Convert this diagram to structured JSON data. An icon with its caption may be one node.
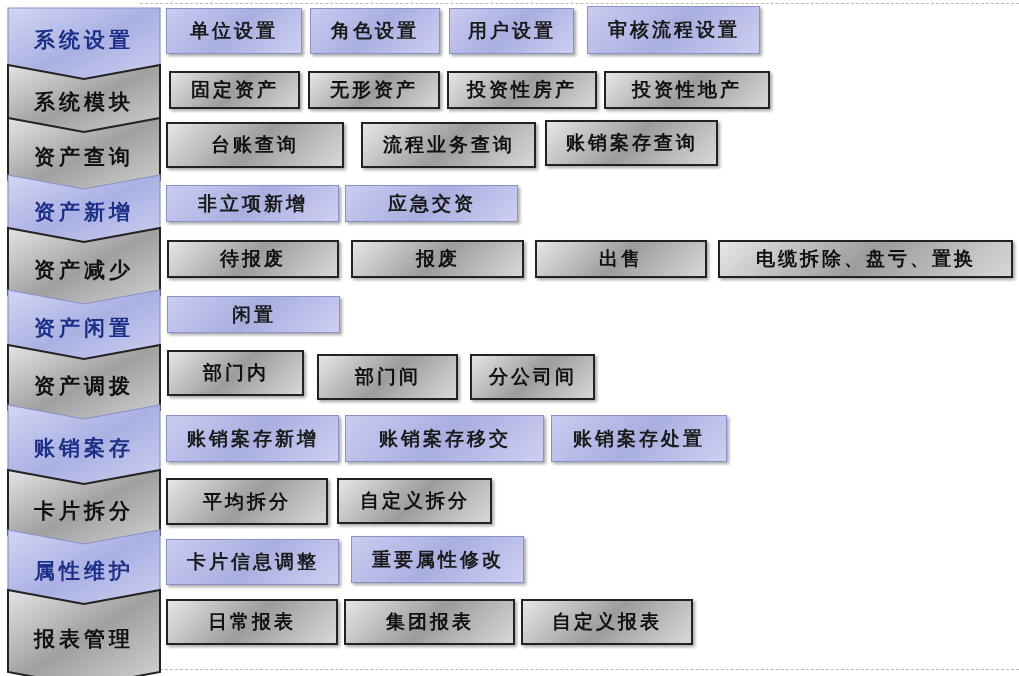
{
  "diagram": {
    "nodes": [
      {
        "text": [
          "系统设置"
        ]
      },
      {
        "text": [
          "单位设置"
        ]
      },
      {
        "text": [
          "角色设置"
        ]
      },
      {
        "text": [
          "用户设置"
        ]
      },
      {
        "text": [
          "审核流程设置"
        ]
      },
      {
        "text": [
          "系统模块"
        ]
      },
      {
        "text": [
          "固定资产"
        ]
      },
      {
        "text": [
          "无形资产"
        ]
      },
      {
        "text": [
          "投资性房产"
        ]
      },
      {
        "text": [
          "投资性地产"
        ]
      },
      {
        "text": [
          "资产查询"
        ]
      },
      {
        "text": [
          "台账查询"
        ]
      },
      {
        "text": [
          "流程业务查询"
        ]
      },
      {
        "text": [
          "账销案存查询"
        ]
      },
      {
        "text": [
          "资产新增"
        ]
      },
      {
        "text": [
          "非立项新增"
        ]
      },
      {
        "text": [
          "应急交资"
        ]
      },
      {
        "text": [
          "资产减少"
        ]
      },
      {
        "text": [
          "待报废"
        ]
      },
      {
        "text": [
          "报废"
        ]
      },
      {
        "text": [
          "出售"
        ]
      },
      {
        "text": [
          "电缆拆除、盘亏、置换"
        ]
      },
      {
        "text": [
          "资产闲置"
        ]
      },
      {
        "text": [
          "闲置"
        ]
      },
      {
        "text": [
          "资产调拨"
        ]
      },
      {
        "text": [
          "部门内"
        ]
      },
      {
        "text": [
          "部门间"
        ]
      },
      {
        "text": [
          "分公司间"
        ]
      },
      {
        "text": [
          "账销案存"
        ]
      },
      {
        "text": [
          "账销案存新增"
        ]
      },
      {
        "text": [
          "账销案存移交"
        ]
      },
      {
        "text": [
          "账销案存处置"
        ]
      },
      {
        "text": [
          "卡片拆分"
        ]
      },
      {
        "text": [
          "平均拆分"
        ]
      },
      {
        "text": [
          "自定义拆分"
        ]
      },
      {
        "text": [
          "属性维护"
        ]
      },
      {
        "text": [
          "卡片信息调整"
        ]
      },
      {
        "text": [
          "重要属性修改"
        ]
      },
      {
        "text": [
          "报表管理"
        ]
      },
      {
        "text": [
          "日常报表"
        ]
      },
      {
        "text": [
          "集团报表"
        ]
      },
      {
        "text": [
          "自定义报表"
        ]
      }
    ]
  }
}
